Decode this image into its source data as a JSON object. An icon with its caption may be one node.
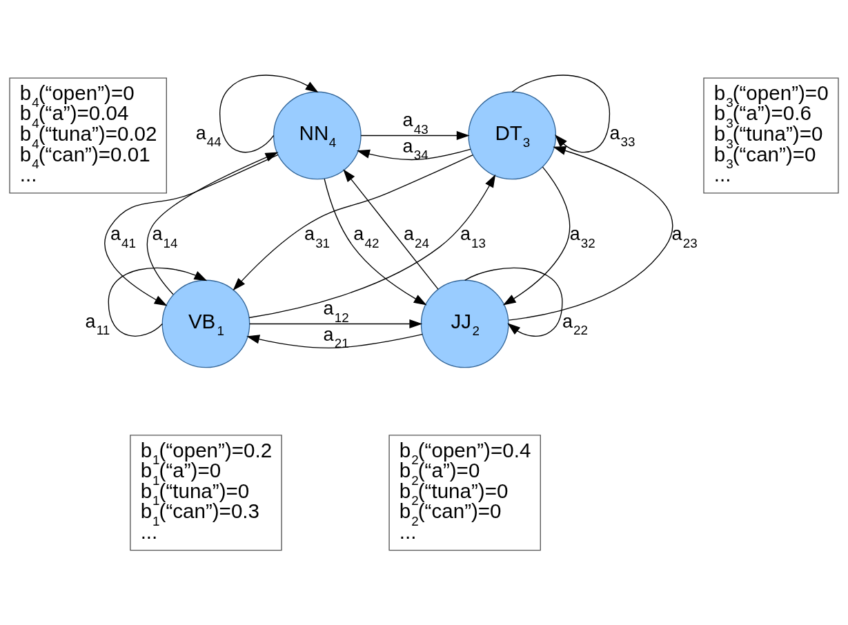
{
  "diagram": {
    "nodes": [
      {
        "text": [
          "b$_{4}$(“open”)=0",
          "b$_{4}$(“a”)=0.04",
          "b$_{4}$(“tuna”)=0.02",
          "b$_{4}$(“can”)=0.01",
          "..."
        ]
      },
      {
        "text": [
          "NN$_{4}$"
        ]
      },
      {
        "text": [
          "DT$_{3}$"
        ]
      },
      {
        "text": [
          "b$_{3}$(“open”)=0",
          "b$_{3}$(“a”)=0.6",
          "b$_{3}$(“tuna”)=0",
          "b$_{3}$(“can”)=0",
          "..."
        ]
      },
      {
        "text": [
          "VB$_{1}$"
        ]
      },
      {
        "text": [
          "JJ$_{2}$"
        ]
      },
      {
        "text": [
          "b$_{1}$(“open”)=0.2",
          "b$_{1}$(“a”)=0",
          "b$_{1}$(“tuna”)=0",
          "b$_{1}$(“can”)=0.3",
          "..."
        ]
      },
      {
        "text": [
          "b$_{2}$(“open”)=0.4",
          "b$_{2}$(“a”)=0",
          "b$_{2}$(“tuna”)=0",
          "b$_{2}$(“can”)=0",
          "..."
        ]
      }
    ],
    "edges": [
      {
        "from": 1,
        "to": 1,
        "arrow": "to",
        "label": "a$_{44}$"
      },
      {
        "from": 2,
        "to": 2,
        "arrow": "to",
        "label": "a$_{33}$"
      },
      {
        "from": 1,
        "to": 2,
        "arrow": "to",
        "label": "a$_{43}$"
      },
      {
        "from": 2,
        "to": 1,
        "arrow": "to",
        "label": "a$_{34}$"
      },
      {
        "from": 4,
        "to": 1,
        "arrow": "to",
        "label": "a$_{14}$"
      },
      {
        "from": 5,
        "to": 1,
        "arrow": "to",
        "label": "a$_{24}$"
      },
      {
        "from": 4,
        "to": 2,
        "arrow": "to",
        "label": "a$_{13}$"
      },
      {
        "from": 5,
        "to": 2,
        "arrow": "to",
        "label": "a$_{23}$"
      },
      {
        "from": 4,
        "to": 4,
        "arrow": "to",
        "label": "a$_{11}$"
      },
      {
        "from": 1,
        "to": 5,
        "arrow": "to",
        "label": "a$_{42}$"
      },
      {
        "from": 1,
        "to": 4,
        "arrow": "to",
        "label": "a$_{41}$"
      },
      {
        "from": 2,
        "to": 4,
        "arrow": "to",
        "label": "a$_{31}$"
      },
      {
        "from": 5,
        "to": 5,
        "arrow": "to",
        "label": "a$_{22}$"
      },
      {
        "from": 2,
        "to": 5,
        "arrow": "to",
        "label": "a$_{32}$"
      },
      {
        "from": 4,
        "to": 5,
        "arrow": "to",
        "label": "a$_{12}$"
      },
      {
        "from": 5,
        "to": 4,
        "arrow": "to",
        "label": "a$_{21}$"
      }
    ]
  }
}
